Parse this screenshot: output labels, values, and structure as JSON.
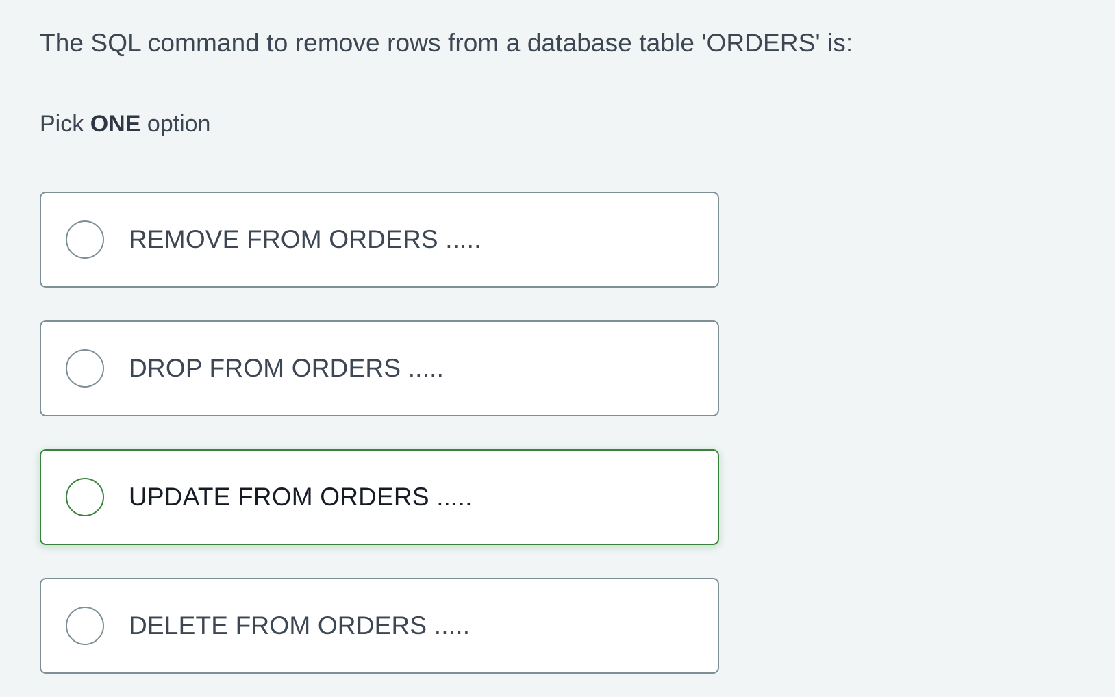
{
  "question": {
    "prompt": "The SQL command to remove rows from a database table 'ORDERS' is:",
    "instruction_prefix": "Pick ",
    "instruction_emphasis": "ONE",
    "instruction_suffix": " option"
  },
  "options": [
    {
      "label": "REMOVE FROM ORDERS .....",
      "selected": false
    },
    {
      "label": "DROP FROM ORDERS .....",
      "selected": false
    },
    {
      "label": "UPDATE FROM ORDERS .....",
      "selected": true
    },
    {
      "label": "DELETE FROM ORDERS .....",
      "selected": false
    }
  ],
  "colors": {
    "page_background": "#f1f5f6",
    "card_background": "#ffffff",
    "card_border": "#7e9095",
    "selected_border": "#38833c",
    "text": "#3d4653",
    "selected_text": "#161b26"
  }
}
